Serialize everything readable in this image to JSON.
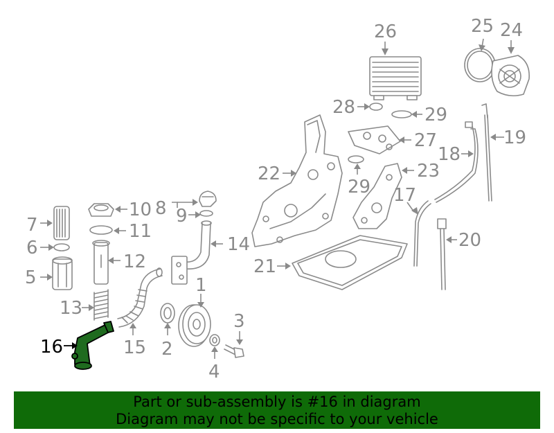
{
  "diagram": {
    "highlighted_part": "16",
    "callouts": {
      "c1": "1",
      "c2": "2",
      "c3": "3",
      "c4": "4",
      "c5": "5",
      "c6": "6",
      "c7": "7",
      "c8": "8",
      "c9": "9",
      "c10": "10",
      "c11": "11",
      "c12": "12",
      "c13": "13",
      "c14": "14",
      "c15": "15",
      "c16": "16",
      "c17": "17",
      "c18": "18",
      "c19": "19",
      "c20": "20",
      "c21": "21",
      "c22": "22",
      "c23": "23",
      "c24": "24",
      "c25": "25",
      "c26": "26",
      "c27": "27",
      "c28": "28",
      "c29a": "29",
      "c29b": "29"
    }
  },
  "banner": {
    "line1": "Part or sub-assembly is #16 in diagram",
    "line2": "Diagram may not be specific to your vehicle"
  },
  "colors": {
    "line_art": "#8a8a8a",
    "highlight_fill": "#1f6b1f",
    "banner_bg": "#0f6b08",
    "banner_text": "#000000"
  }
}
